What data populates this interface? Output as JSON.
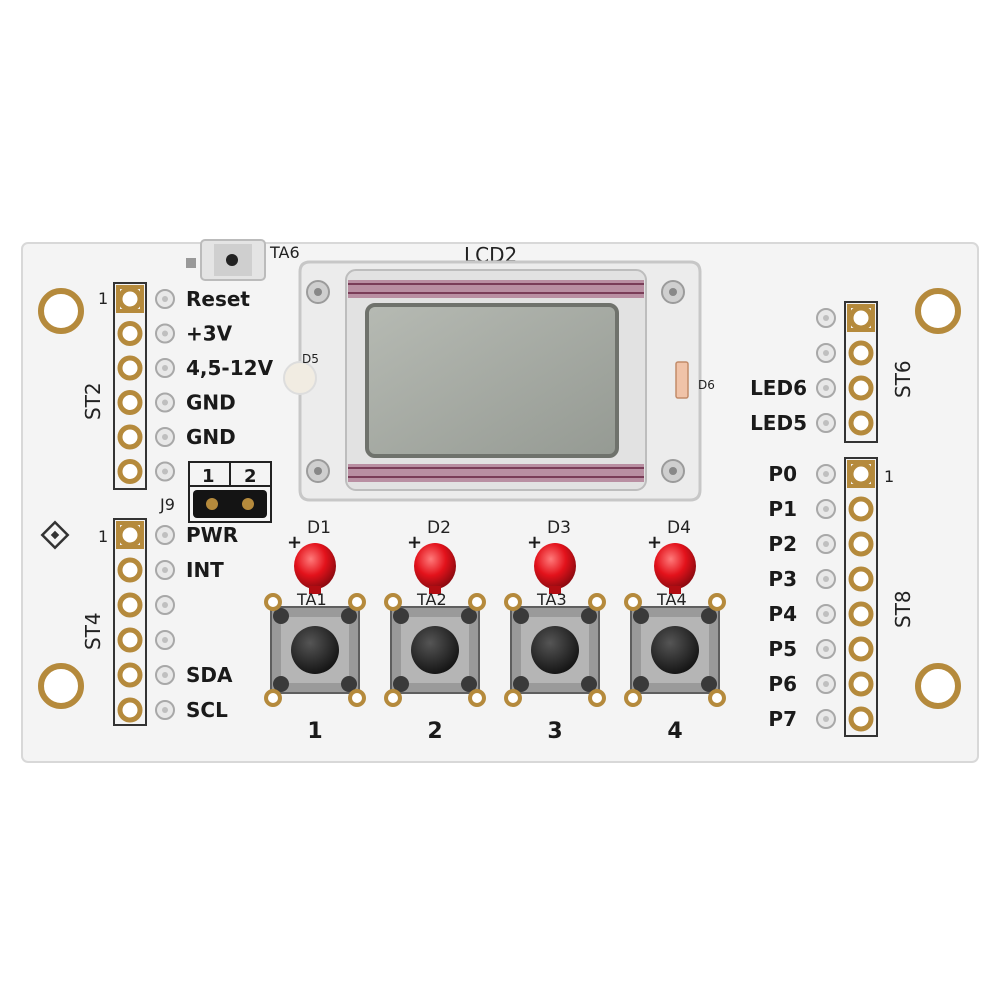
{
  "board": {
    "lcd_label": "LCD2",
    "reset_button_label": "TA6",
    "st2": {
      "name": "ST2",
      "pin1_mark": "1",
      "pins": [
        "Reset",
        "+3V",
        "4,5-12V",
        "GND",
        "GND",
        ""
      ]
    },
    "st4": {
      "name": "ST4",
      "pin1_mark": "1",
      "pins": [
        "PWR",
        "INT",
        "",
        "",
        "SDA",
        "SCL"
      ]
    },
    "st6": {
      "name": "ST6",
      "pins": [
        "",
        "",
        "LED6",
        "LED5"
      ]
    },
    "st8": {
      "name": "ST8",
      "pin1_mark": "1",
      "pins": [
        "P0",
        "P1",
        "P2",
        "P3",
        "P4",
        "P5",
        "P6",
        "P7"
      ]
    },
    "jumper": {
      "name": "J9",
      "pos1": "1",
      "pos2": "2"
    },
    "d5_label": "D5",
    "d6_label": "D6",
    "leds": [
      "D1",
      "D2",
      "D3",
      "D4"
    ],
    "led_polarity": "+",
    "buttons": [
      {
        "ref": "TA1",
        "number": "1"
      },
      {
        "ref": "TA2",
        "number": "2"
      },
      {
        "ref": "TA3",
        "number": "3"
      },
      {
        "ref": "TA4",
        "number": "4"
      }
    ]
  },
  "colors": {
    "pcb": "#f3f3f3",
    "pad_gold": "#b58a3c",
    "led_red": "#e3121b",
    "lcd_glass": "#a9ada7",
    "button_metal": "#8e8e8e"
  }
}
